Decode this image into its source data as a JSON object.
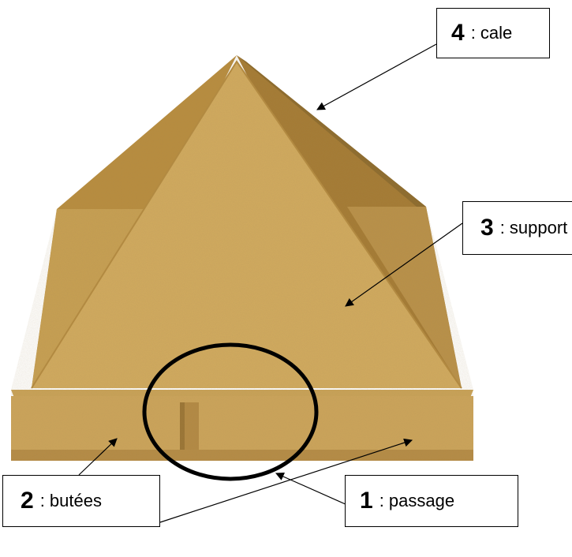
{
  "labels": [
    {
      "id": "4",
      "number": "4",
      "text": ": cale"
    },
    {
      "id": "3",
      "number": "3",
      "text": ": support"
    },
    {
      "id": "2",
      "number": "2",
      "text": ": butées"
    },
    {
      "id": "1",
      "number": "1",
      "text": ": passage"
    }
  ],
  "colors": {
    "wood_light": "#d1aa5e",
    "wood_mid": "#c0974a",
    "wood_dark": "#a97f35",
    "wood_shadow": "#8c6a2c",
    "lines": "#000000"
  }
}
